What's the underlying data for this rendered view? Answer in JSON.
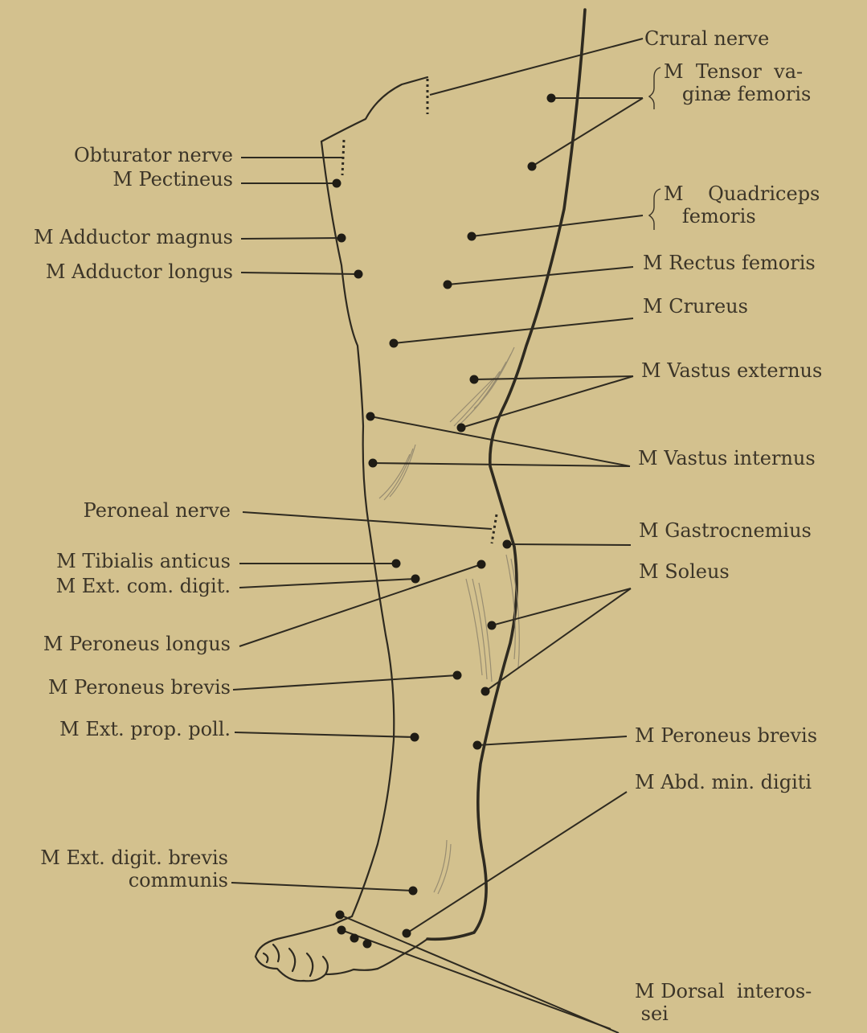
{
  "labels": {
    "crural_nerve": "Crural nerve",
    "tensor_vaginae": "M  Tensor  va-\n   ginæ femoris",
    "quadriceps": "M    Quadriceps\n   femoris",
    "rectus_femoris": "M Rectus femoris",
    "crureus": "M Crureus",
    "vastus_externus": "M Vastus externus",
    "vastus_internus": "M Vastus internus",
    "gastrocnemius": "M  Gastrocnemius",
    "soleus": "M Soleus",
    "peroneus_brevis_right": "M Peroneus brevis",
    "abd_min_digiti": "M Abd. min. digiti",
    "dorsal_interossei": "M Dorsal  interos-\n sei",
    "obturator_nerve": "Obturator nerve",
    "pectineus": "M Pectineus",
    "adductor_magnus": "M Adductor magnus",
    "adductor_longus": "M Adductor longus",
    "peroneal_nerve": "Peroneal nerve",
    "tibialis_anticus": "M Tibialis anticus",
    "ext_com_digit": "M Ext. com. digit.",
    "peroneus_longus": "M Peroneus longus",
    "peroneus_brevis_left": "M Peroneus brevis",
    "ext_prop_poll": "M Ext. prop. poll.",
    "ext_digit_brevis": "M Ext. digit. brevis\ncommunis"
  },
  "colors": {
    "paper": "#d3c18e",
    "ink": "#2e2a20",
    "text": "#3c3528"
  }
}
